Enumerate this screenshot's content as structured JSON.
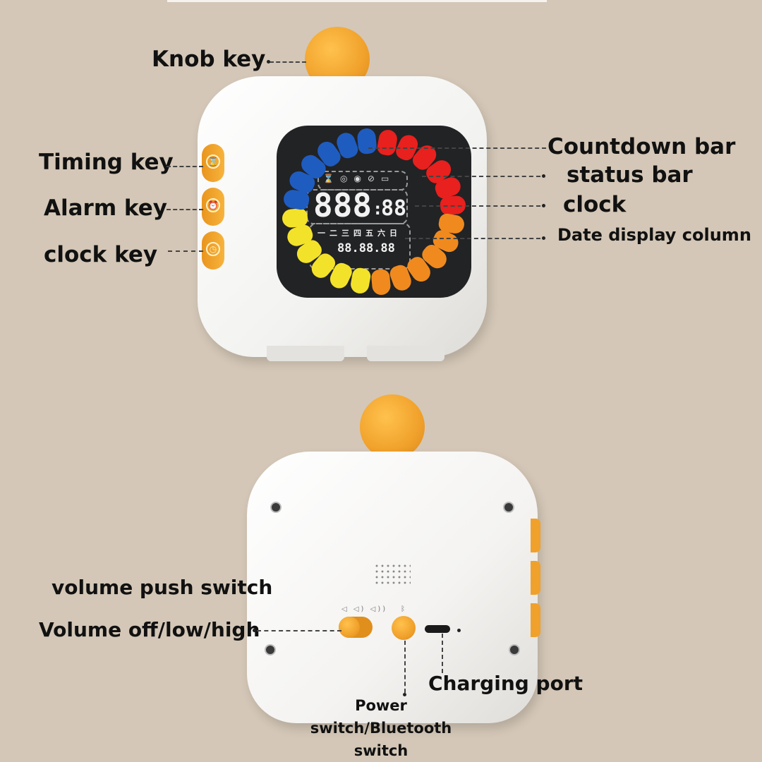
{
  "labels": {
    "knob_key": "Knob key",
    "timing_key": "Timing key",
    "alarm_key": "Alarm key",
    "clock_key": "clock key",
    "countdown_bar": "Countdown bar",
    "status_bar": "status bar",
    "clock": "clock",
    "date_display_column": "Date display column",
    "volume_push_switch": "volume push switch",
    "volume_off_low_high": "Volume off/low/high",
    "charging_port": "Charging port",
    "power_switch_line1": "Power",
    "power_switch_line2": "switch/Bluetooth",
    "power_switch_line3": "switch"
  },
  "display": {
    "clock_main": "888",
    "clock_colon": ":",
    "clock_minutes": "88",
    "weekdays": [
      "一",
      "二",
      "三",
      "四",
      "五",
      "六",
      "日"
    ],
    "date": "88.88.88",
    "status_icons": [
      "hourglass-icon",
      "alarm-icon",
      "clock-icon",
      "no-sound-icon",
      "battery-icon"
    ]
  },
  "ring_colors": {
    "red": "#e8201e",
    "orange": "#f08a1e",
    "yellow": "#f3e22a",
    "blue": "#1f5cc0",
    "per_color": 6
  },
  "colors": {
    "background": "#d4c7b7",
    "accent": "#f0a12b"
  }
}
